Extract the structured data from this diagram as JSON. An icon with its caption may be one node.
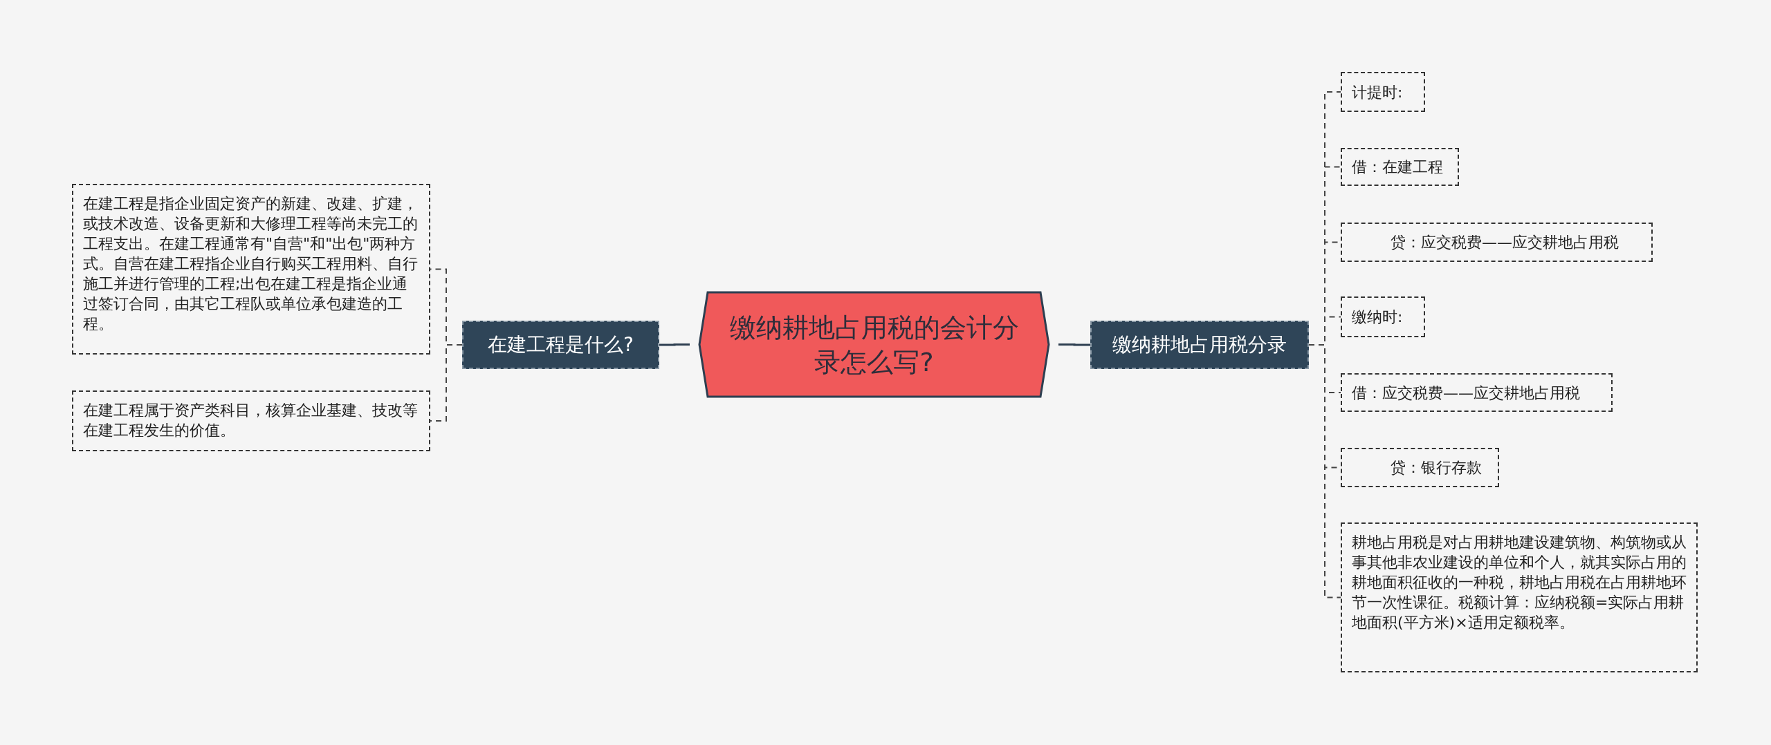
{
  "diagram": {
    "nodes": [
      {
        "text": [
          "缴纳耕地占用税的会计分录怎么写?"
        ]
      },
      {
        "text": [
          "在建工程是什么?"
        ]
      },
      {
        "text": [
          "在建工程是指企业固定资产的新建、改建、扩建，或技术改造、设备更新和大修理工程等尚未完工的工程支出。在建工程通常有\"自营\"和\"出包\"两种方式。自营在建工程指企业自行购买工程用料、自行施工并进行管理的工程;出包在建工程是指企业通过签订合同，由其它工程队或单位承包建造的工程。"
        ]
      },
      {
        "text": [
          "在建工程属于资产类科目，核算企业基建、技改等在建工程发生的价值。"
        ]
      },
      {
        "text": [
          "缴纳耕地占用税分录"
        ]
      },
      {
        "text": [
          "计提时:"
        ]
      },
      {
        "text": [
          "借：在建工程"
        ]
      },
      {
        "text": [
          "贷：应交税费——应交耕地占用税"
        ]
      },
      {
        "text": [
          "缴纳时:"
        ]
      },
      {
        "text": [
          "借：应交税费——应交耕地占用税"
        ]
      },
      {
        "text": [
          "贷：银行存款"
        ]
      },
      {
        "text": [
          "耕地占用税是对占用耕地建设建筑物、构筑物或从事其他非农业建设的单位和个人，就其实际占用的耕地面积征收的一种税，耕地占用税在占用耕地环节一次性课征。税额计算：应纳税额=实际占用耕地面积(平方米)×适用定额税率。"
        ]
      }
    ],
    "edges": [
      {
        "from": 0,
        "to": 1,
        "arrow": "none"
      },
      {
        "from": 1,
        "to": 2,
        "arrow": "none",
        "style": "dashed"
      },
      {
        "from": 1,
        "to": 3,
        "arrow": "none",
        "style": "dashed"
      },
      {
        "from": 0,
        "to": 4,
        "arrow": "none"
      },
      {
        "from": 4,
        "to": 5,
        "arrow": "none",
        "style": "dashed"
      },
      {
        "from": 4,
        "to": 6,
        "arrow": "none",
        "style": "dashed"
      },
      {
        "from": 4,
        "to": 7,
        "arrow": "none",
        "style": "dashed"
      },
      {
        "from": 4,
        "to": 8,
        "arrow": "none",
        "style": "dashed"
      },
      {
        "from": 4,
        "to": 9,
        "arrow": "none",
        "style": "dashed"
      },
      {
        "from": 4,
        "to": 10,
        "arrow": "none",
        "style": "dashed"
      },
      {
        "from": 4,
        "to": 11,
        "arrow": "none",
        "style": "dashed"
      }
    ]
  }
}
